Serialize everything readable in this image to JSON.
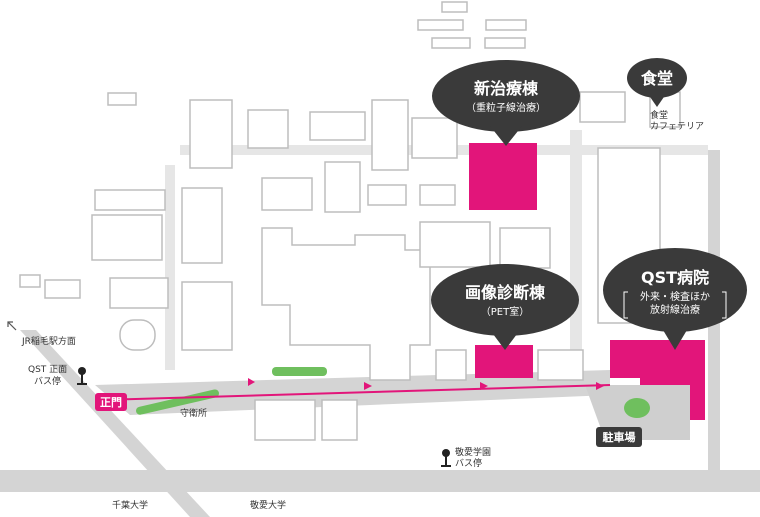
{
  "colors": {
    "road": "#d4d4d4",
    "building": "#ffffff",
    "building_stroke": "#bdbdbd",
    "highlight": "#e2157a",
    "bubble": "#3a3a3a",
    "green": "#6fbf5e",
    "route_arrow": "#e2157a"
  },
  "bubbles": {
    "new_treatment": {
      "title": "新治療棟",
      "subtitle": "（重粒子線治療）"
    },
    "cafeteria": {
      "title": "食堂"
    },
    "imaging": {
      "title": "画像診断棟",
      "subtitle": "（PET室）"
    },
    "hospital": {
      "title": "QST病院",
      "line1": "外来・検査ほか",
      "line2": "放射線治療"
    }
  },
  "labels": {
    "main_gate": "正門",
    "parking": "駐車場",
    "guardhouse": "守衛所",
    "cafeteria_small_1": "食堂",
    "cafeteria_small_2": "カフェテリア",
    "jr_direction": "JR稲毛駅方面",
    "qst_bus_stop_1": "QST 正面",
    "qst_bus_stop_2": "バス停",
    "keiai_bus_stop_1": "敬愛学園",
    "keiai_bus_stop_2": "バス停",
    "chiba_univ": "千葉大学",
    "keiai_univ": "敬愛大学"
  },
  "icons": {
    "direction_arrow": "arrow-up-left-icon",
    "bus_stop": "bus-stop-icon"
  }
}
